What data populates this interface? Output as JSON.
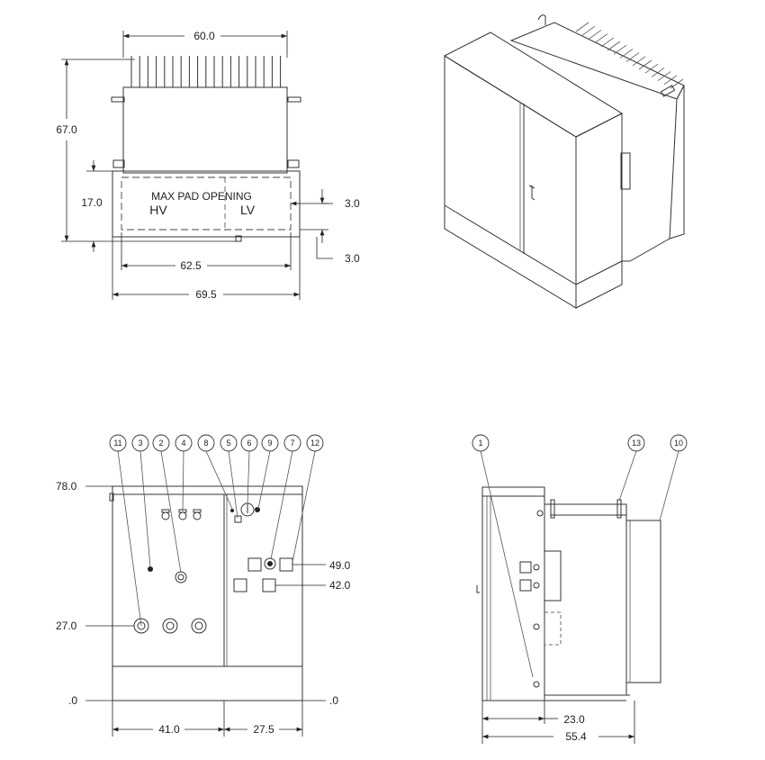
{
  "top_view": {
    "dims": {
      "top_width": "60.0",
      "overall_height": "67.0",
      "pad_depth": "17.0",
      "right_offset_upper": "3.0",
      "right_offset_lower": "3.0",
      "pad_width": "62.5",
      "overall_width": "69.5"
    },
    "pad_label": "MAX PAD OPENING",
    "hv_label": "HV",
    "lv_label": "LV"
  },
  "front_view": {
    "elevations": {
      "top": "78.0",
      "mid": "27.0",
      "base_left": ".0",
      "base_right": ".0",
      "upper_right": "49.0",
      "lower_right": "42.0"
    },
    "bottom_dims": {
      "left": "41.0",
      "right": "27.5"
    },
    "balloons": [
      "11",
      "3",
      "2",
      "4",
      "8",
      "5",
      "6",
      "9",
      "7",
      "12"
    ]
  },
  "side_view": {
    "balloons": [
      "1",
      "13",
      "10"
    ],
    "bottom_dims": {
      "inner": "23.0",
      "overall": "55.4"
    }
  }
}
